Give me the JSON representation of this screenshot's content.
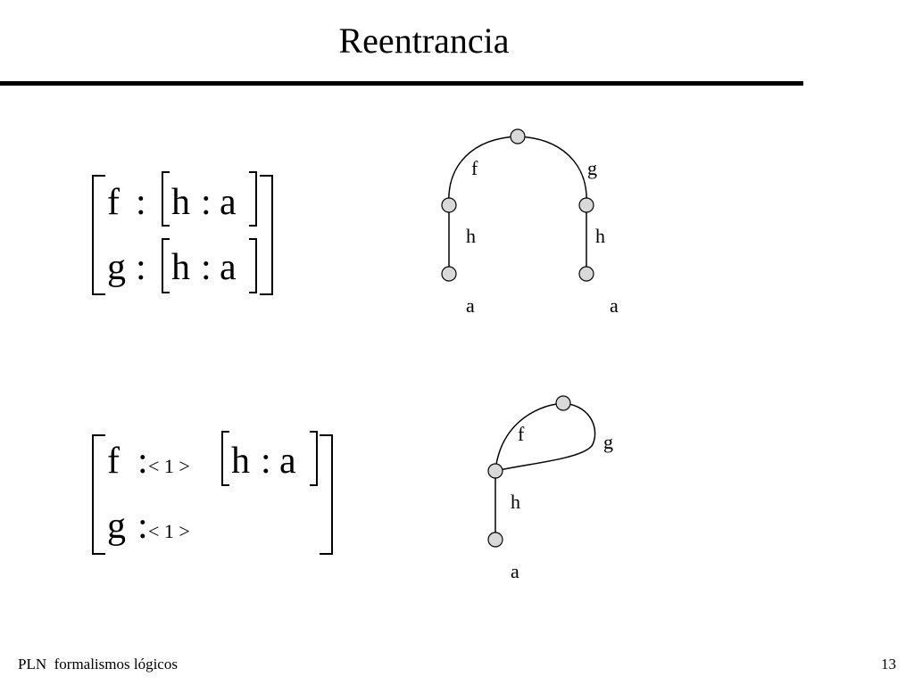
{
  "slide": {
    "title": "Reentrancia",
    "footer_left": "PLN  formalismos lógicos",
    "page_number": "13"
  },
  "matrix1": {
    "row1": {
      "feature": "f",
      "inner_feature": "h",
      "inner_value": "a"
    },
    "row2": {
      "feature": "g",
      "inner_feature": "h",
      "inner_value": "a"
    }
  },
  "matrix2": {
    "row1": {
      "feature": "f",
      "tag": "< 1 >",
      "inner_feature": "h",
      "inner_value": "a"
    },
    "row2": {
      "feature": "g",
      "tag": "< 1 >"
    }
  },
  "graph1": {
    "edge_root_left": "f",
    "edge_root_right": "g",
    "edge_left_mid": "h",
    "edge_right_mid": "h",
    "leaf_left": "a",
    "leaf_right": "a"
  },
  "graph2": {
    "edge_f": "f",
    "edge_g": "g",
    "edge_h": "h",
    "leaf": "a"
  },
  "colors": {
    "node_fill": "#d9d9d9",
    "stroke": "#000000"
  }
}
